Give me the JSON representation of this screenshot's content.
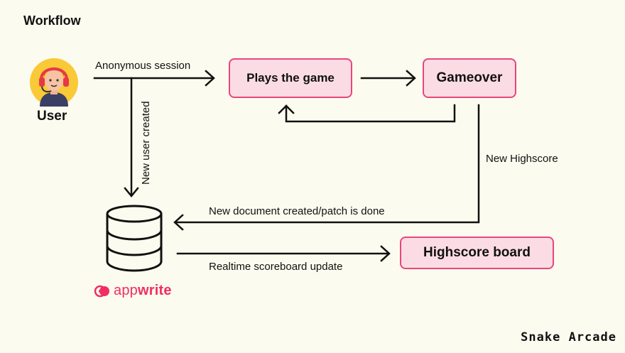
{
  "title": "Workflow",
  "user": {
    "label": "User",
    "icon": "user-avatar-headset-icon"
  },
  "nodes": {
    "plays": "Plays the game",
    "gameover": "Gameover",
    "highscore_board": "Highscore board"
  },
  "edges": {
    "anonymous_session": "Anonymous session",
    "new_user_created": "New user created",
    "new_highscore": "New Highscore",
    "new_document": "New document created/patch is done",
    "realtime_update": "Realtime scoreboard update"
  },
  "database": {
    "icon": "database-icon"
  },
  "appwrite": {
    "prefix": "app",
    "suffix": "write",
    "icon": "appwrite-logo-icon"
  },
  "brand": "Snake Arcade",
  "colors": {
    "box_fill": "#FBDCE5",
    "box_border": "#E8467C",
    "appwrite": "#F02E65",
    "background": "#FCFBEF"
  }
}
